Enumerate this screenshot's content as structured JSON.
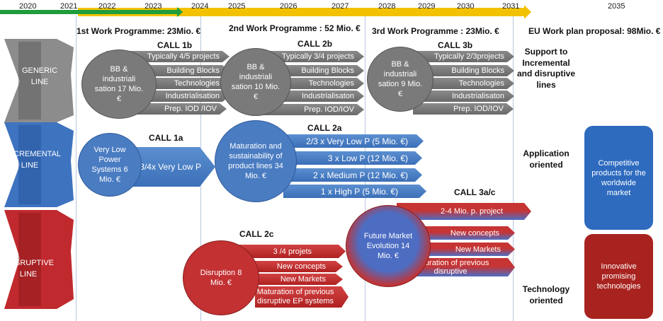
{
  "timeline": {
    "years": [
      "2020",
      "2021",
      "2022",
      "2023",
      "2024",
      "2025",
      "2026",
      "2027",
      "2028",
      "2029",
      "2030",
      "2031",
      "2035"
    ]
  },
  "programmes": {
    "wp1": "1st Work Programme:  23Mio. €",
    "wp2": "2nd Work Programme : 52 Mio. €",
    "wp3": "3rd Work Programme : 23Mio. €",
    "eu": "EU Work plan proposal: 98Mio. €"
  },
  "lines": {
    "generic": "GENERIC LINE",
    "incremental": "INCREMENTAL LINE",
    "disruptive": "DISRUPTIVE LINE"
  },
  "calls": {
    "c1b": {
      "title": "CALL 1b",
      "circle": "BB & industriali sation 17 Mio. €",
      "items": [
        "Typically  4/5 projects",
        "Building Blocks",
        "Technologies",
        "Industrialisation",
        "Prep. IOD /IOV"
      ]
    },
    "c2b": {
      "title": "CALL 2b",
      "circle": "BB & industriali sation 10 Mio. €",
      "items": [
        "Typically 3/4 projects",
        "Building Blocks",
        "Technologies",
        "Industrialisaton",
        "Prep. IOD/IOV"
      ]
    },
    "c3b": {
      "title": "CALL 3b",
      "circle": "BB & industriali sation 9 Mio. €",
      "items": [
        "Typically 2/3projects",
        "Building Blocks",
        "Technologies",
        "Industrialisaton",
        "Prep. IOD/IOV"
      ]
    },
    "c1a": {
      "title": "CALL 1a",
      "circle": "Very Low Power Systems 6 Mio. €",
      "arrow": "3/4x Very Low P"
    },
    "c2a": {
      "title": "CALL 2a",
      "circle": "Maturation and sustainability of product lines 34 Mio. €",
      "items": [
        "2/3 x  Very Low P (5 Mio. €)",
        "3 x Low P (12 Mio. €)",
        "2 x Medium P (12 Mio. €)",
        "1 x High  P (5 Mio. €)"
      ]
    },
    "c3ac": {
      "title": "CALL 3a/c",
      "circle": "Future Market Evolution 14 Mio. €",
      "items": [
        "2-4 Mio. p. project",
        "New concepts",
        "New Markets",
        "Maturation of previous disruptive"
      ]
    },
    "c2c": {
      "title": "CALL 2c",
      "circle": "Disruption 8 Mio. €",
      "items": [
        "3 /4 projets",
        "New concepts",
        "New Markets",
        "Maturation of previous disruptive EP systems"
      ]
    }
  },
  "right": {
    "support": "Support to Incremental and disruptive lines",
    "application": "Application oriented",
    "technology": "Technology oriented",
    "competitive": "Competitive products for the worldwide market",
    "innovative": "Innovative promising technologies"
  },
  "colors": {
    "timeline_yellow": "#f2c200",
    "timeline_green": "#1f9d3c",
    "gray": "#7a7a7a",
    "blue": "#4a7cc2",
    "red": "#c0282d",
    "competitive_box": "#2e6bbf",
    "innovative_box": "#a8231f"
  }
}
